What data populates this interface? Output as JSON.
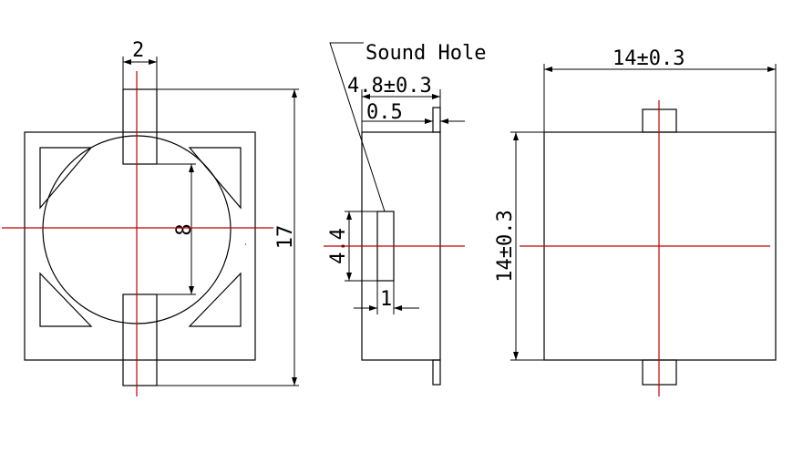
{
  "labels": {
    "front_width": "2",
    "front_diameter": "8",
    "front_height": "17",
    "side_callout": "Sound Hole",
    "side_depth": "4.8±0.3",
    "side_pin": "0.5",
    "side_hole_height": "4.4",
    "side_hole_width": "1",
    "back_width": "14±0.3",
    "back_height": "14±0.3"
  },
  "colors": {
    "outline": "#000000",
    "centerline": "#c00000",
    "background": "#ffffff"
  }
}
